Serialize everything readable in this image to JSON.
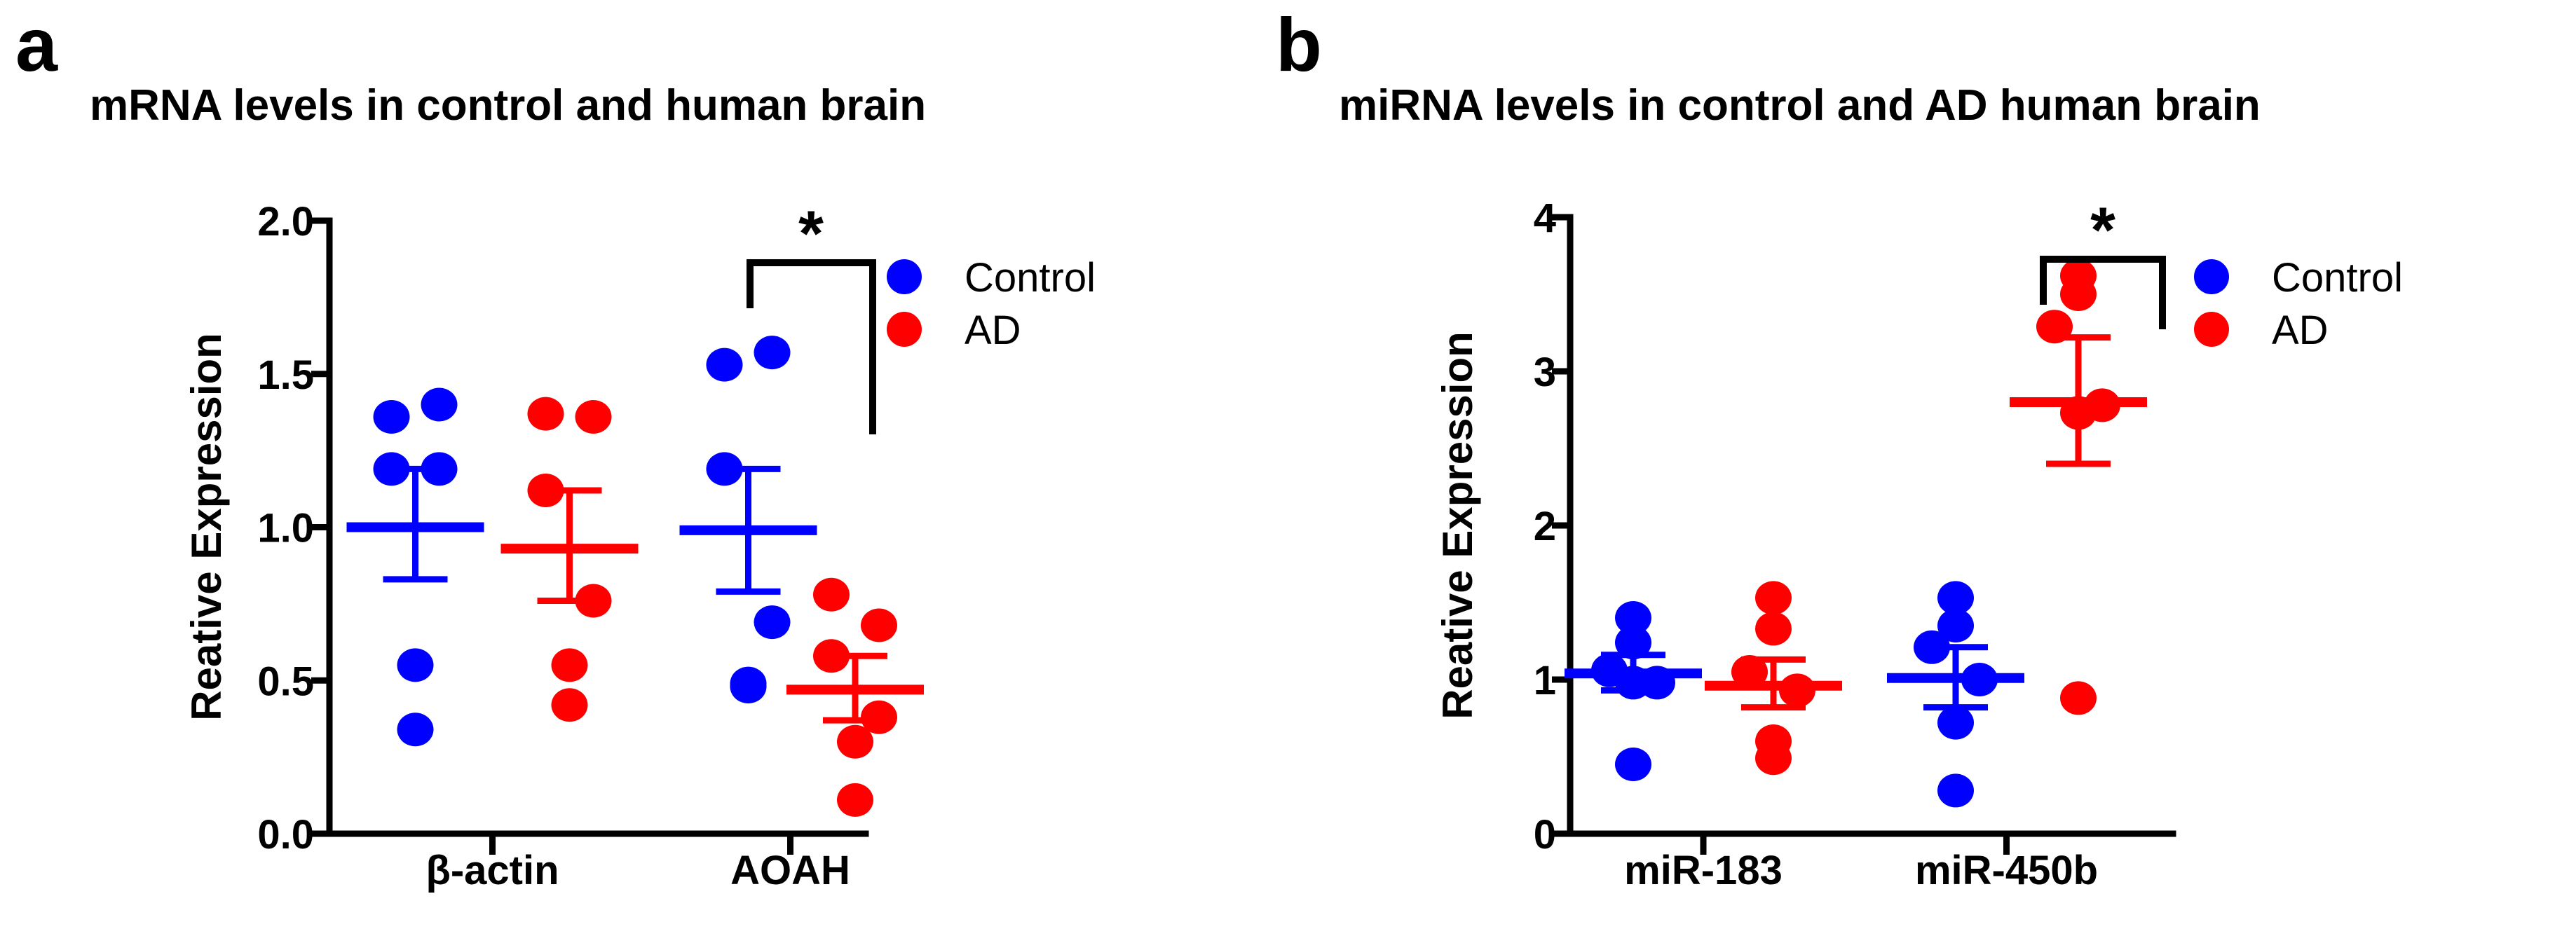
{
  "figure": {
    "background": "#ffffff",
    "colors": {
      "control": "#0000FF",
      "ad": "#FF0000",
      "axis": "#000000"
    }
  },
  "panels": [
    {
      "id": "a",
      "letter": "a",
      "title": "mRNA levels in control and human brain",
      "legend": [
        {
          "label": "Control",
          "color": "#0000FF"
        },
        {
          "label": "AD",
          "color": "#FF0000"
        }
      ],
      "significance": {
        "marker": "*",
        "from": "AOAH-Control",
        "to": "AOAH-AD"
      },
      "chart_data": {
        "type": "scatter",
        "title": "mRNA levels in control and human brain",
        "xlabel": "",
        "ylabel": "Reative Expression",
        "ylim": [
          0.0,
          2.0
        ],
        "yticks": [
          "0.0",
          "0.5",
          "1.0",
          "1.5",
          "2.0"
        ],
        "ytick_values": [
          0.0,
          0.5,
          1.0,
          1.5,
          2.0
        ],
        "categories": [
          "β-actin",
          "AOAH"
        ],
        "legend_position": "right",
        "grid": false,
        "groups": [
          {
            "category": "β-actin",
            "series": "Control",
            "color": "#0000FF",
            "points": [
              1.36,
              1.4,
              1.19,
              1.19,
              0.55,
              0.34
            ],
            "mean": 1.0,
            "sem_low": 0.83,
            "sem_high": 1.19
          },
          {
            "category": "β-actin",
            "series": "AD",
            "color": "#FF0000",
            "points": [
              1.37,
              1.36,
              1.12,
              0.76,
              0.55,
              0.42
            ],
            "mean": 0.93,
            "sem_low": 0.76,
            "sem_high": 1.12
          },
          {
            "category": "AOAH",
            "series": "Control",
            "color": "#0000FF",
            "points": [
              1.53,
              1.57,
              1.19,
              0.69,
              0.48,
              0.49
            ],
            "mean": 0.99,
            "sem_low": 0.79,
            "sem_high": 1.19
          },
          {
            "category": "AOAH",
            "series": "AD",
            "color": "#FF0000",
            "points": [
              0.78,
              0.68,
              0.58,
              0.38,
              0.3,
              0.11
            ],
            "mean": 0.47,
            "sem_low": 0.37,
            "sem_high": 0.58
          }
        ]
      }
    },
    {
      "id": "b",
      "letter": "b",
      "title": "miRNA levels in control and AD human brain",
      "legend": [
        {
          "label": "Control",
          "color": "#0000FF"
        },
        {
          "label": "AD",
          "color": "#FF0000"
        }
      ],
      "significance": {
        "marker": "*",
        "from": "miR-450b-Control",
        "to": "miR-450b-AD"
      },
      "chart_data": {
        "type": "scatter",
        "title": "miRNA levels in control and AD human brain",
        "xlabel": "",
        "ylabel": "Reative Expression",
        "ylim": [
          0,
          4
        ],
        "yticks": [
          "0",
          "1",
          "2",
          "3",
          "4"
        ],
        "ytick_values": [
          0,
          1,
          2,
          3,
          4
        ],
        "categories": [
          "miR-183",
          "miR-450b"
        ],
        "legend_position": "right",
        "grid": false,
        "groups": [
          {
            "category": "miR-183",
            "series": "Control",
            "color": "#0000FF",
            "points": [
              1.4,
              1.24,
              1.06,
              0.98,
              0.98,
              0.45
            ],
            "mean": 1.04,
            "sem_low": 0.93,
            "sem_high": 1.16
          },
          {
            "category": "miR-183",
            "series": "AD",
            "color": "#FF0000",
            "points": [
              1.53,
              1.33,
              1.05,
              0.93,
              0.6,
              0.49
            ],
            "mean": 0.96,
            "sem_low": 0.82,
            "sem_high": 1.13
          },
          {
            "category": "miR-450b",
            "series": "Control",
            "color": "#0000FF",
            "points": [
              1.53,
              1.35,
              1.21,
              1.0,
              0.72,
              0.28
            ],
            "mean": 1.01,
            "sem_low": 0.82,
            "sem_high": 1.21
          },
          {
            "category": "miR-450b",
            "series": "AD",
            "color": "#FF0000",
            "points": [
              3.62,
              3.5,
              3.29,
              2.78,
              2.73,
              0.88
            ],
            "mean": 2.8,
            "sem_low": 2.4,
            "sem_high": 3.22
          }
        ]
      }
    }
  ]
}
